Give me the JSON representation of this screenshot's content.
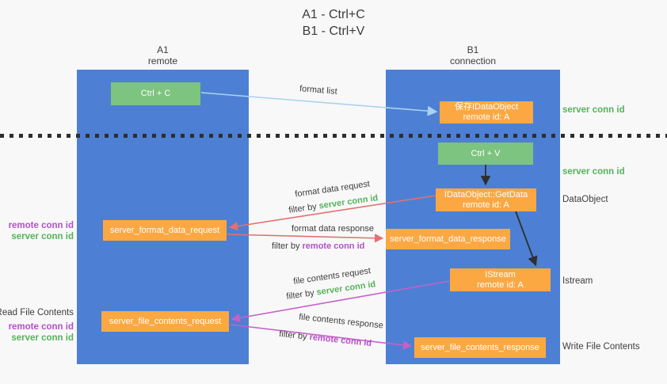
{
  "title": {
    "line1": "A1 - Ctrl+C",
    "line2": "B1 - Ctrl+V"
  },
  "columns": {
    "left": {
      "name": "A1",
      "role": "remote"
    },
    "right": {
      "name": "B1",
      "role": "connection"
    }
  },
  "nodes": {
    "ctrl_c": "Ctrl + C",
    "ctrl_v": "Ctrl + V",
    "save_idataobject": {
      "line1": "保存IDataObject",
      "line2": "remote id: A"
    },
    "getdata": {
      "line1": "IDataObject::GetData",
      "line2": "remote id: A"
    },
    "istream": {
      "line1": "IStream",
      "line2": "remote id: A"
    },
    "format_request": "server_format_data_request",
    "format_response": "server_format_data_response",
    "file_request": "server_file_contents_request",
    "file_response": "server_file_contents_response"
  },
  "side_labels": {
    "server_conn_id": "server conn id",
    "remote_conn_id": "remote conn id",
    "dataobject": "DataObject",
    "istream": "Istream",
    "read_file_contents": "Read File Contents",
    "write_file_contents": "Write File Contents"
  },
  "arrow_labels": {
    "format_list": "format list",
    "format_data_request": "format data request",
    "format_data_response": "format data response",
    "file_contents_request": "file contents request",
    "file_contents_response": "file contents response",
    "filter_by": "filter by ",
    "server_conn_id": "server conn id",
    "remote_conn_id": "remote conn id"
  },
  "colors": {
    "background": "#f8f8f9",
    "lifeline_blue": "#4d80d4",
    "node_green": "#7cc47f",
    "node_orange": "#fba843",
    "arrow_light_blue": "#a9d3ee",
    "arrow_red": "#e4706f",
    "arrow_magenta": "#c561c9",
    "arrow_black": "#2f2f2f",
    "text_green": "#54b358",
    "text_purple": "#b44fc8",
    "text_dark": "#3d3d3d"
  }
}
